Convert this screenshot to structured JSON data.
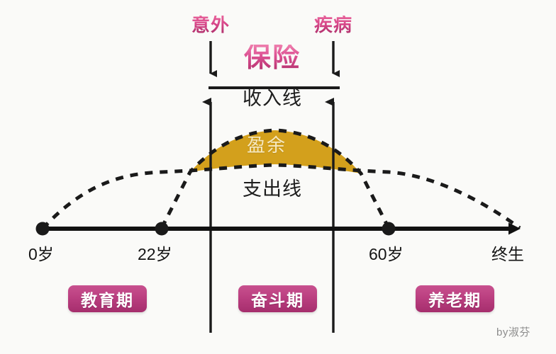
{
  "page": {
    "background_color": "#fafaf8",
    "signature": "by淑芬"
  },
  "title": {
    "main": "保险",
    "color": "#d8488a"
  },
  "risks": [
    {
      "label": "意外",
      "x": 297
    },
    {
      "label": "疾病",
      "x": 470
    }
  ],
  "curves": {
    "income_line_label": "收入线",
    "expense_line_label": "支出线",
    "surplus_label": "盈余",
    "surplus_color": "#d3a01c",
    "surplus_text_color": "#f6e9c0"
  },
  "axis": {
    "ticks": [
      {
        "label": "0岁",
        "x": 60
      },
      {
        "label": "22岁",
        "x": 228
      },
      {
        "label": "60岁",
        "x": 548
      },
      {
        "label": "终生",
        "x": 718
      }
    ]
  },
  "phases": [
    {
      "label": "教育期",
      "x": 96
    },
    {
      "label": "奋斗期",
      "x": 336
    },
    {
      "label": "养老期",
      "x": 586
    }
  ],
  "chart_data": {
    "type": "line",
    "title": "保险",
    "xlabel": "",
    "ylabel": "",
    "x_ticks": [
      "0岁",
      "22岁",
      "60岁",
      "终生"
    ],
    "series": [
      {
        "name": "收入线",
        "style": "dashed",
        "points": [
          [
            60,
            323
          ],
          [
            228,
            323
          ],
          [
            388,
            188
          ],
          [
            548,
            323
          ],
          [
            735,
            323
          ]
        ]
      },
      {
        "name": "支出线",
        "style": "dashed",
        "points": [
          [
            60,
            323
          ],
          [
            228,
            247
          ],
          [
            388,
            233
          ],
          [
            548,
            247
          ],
          [
            735,
            323
          ]
        ]
      }
    ],
    "fill_region": {
      "name": "盈余",
      "color": "#d3a01c",
      "between": [
        "收入线",
        "支出线"
      ],
      "x_range": [
        268,
        508
      ]
    },
    "annotations": [
      {
        "text": "意外",
        "x": 297,
        "kind": "risk-arrow"
      },
      {
        "text": "疾病",
        "x": 470,
        "kind": "risk-arrow"
      },
      {
        "text": "收入线",
        "kind": "series-label"
      },
      {
        "text": "支出线",
        "kind": "series-label"
      },
      {
        "text": "盈余",
        "kind": "area-label"
      }
    ]
  }
}
